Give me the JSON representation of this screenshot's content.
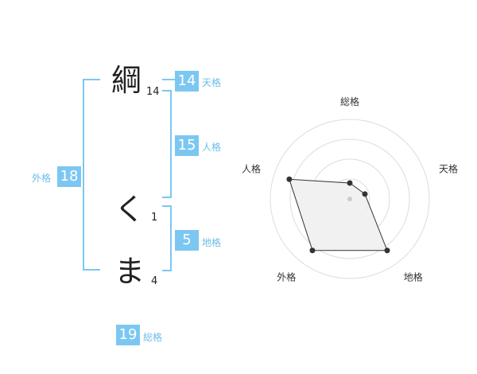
{
  "name_chars": [
    {
      "char": "綱",
      "strokes": "14"
    },
    {
      "char": "く",
      "strokes": "1"
    },
    {
      "char": "ま",
      "strokes": "4"
    }
  ],
  "fortunes": {
    "tenkaku": {
      "value": "14",
      "label": "天格"
    },
    "jinkaku": {
      "value": "15",
      "label": "人格"
    },
    "chikaku": {
      "value": "5",
      "label": "地格"
    },
    "gaikaku": {
      "value": "18",
      "label": "外格"
    },
    "soukaku": {
      "value": "19",
      "label": "総格"
    }
  },
  "chart_data": {
    "type": "radar",
    "axes": [
      "総格",
      "天格",
      "地格",
      "外格",
      "人格"
    ],
    "values": [
      0.2,
      0.2,
      0.8,
      0.8,
      0.8
    ],
    "rings": 4,
    "colors": {
      "ring": "#dddddd",
      "fill": "#f0f0f0",
      "line": "#333333"
    }
  }
}
